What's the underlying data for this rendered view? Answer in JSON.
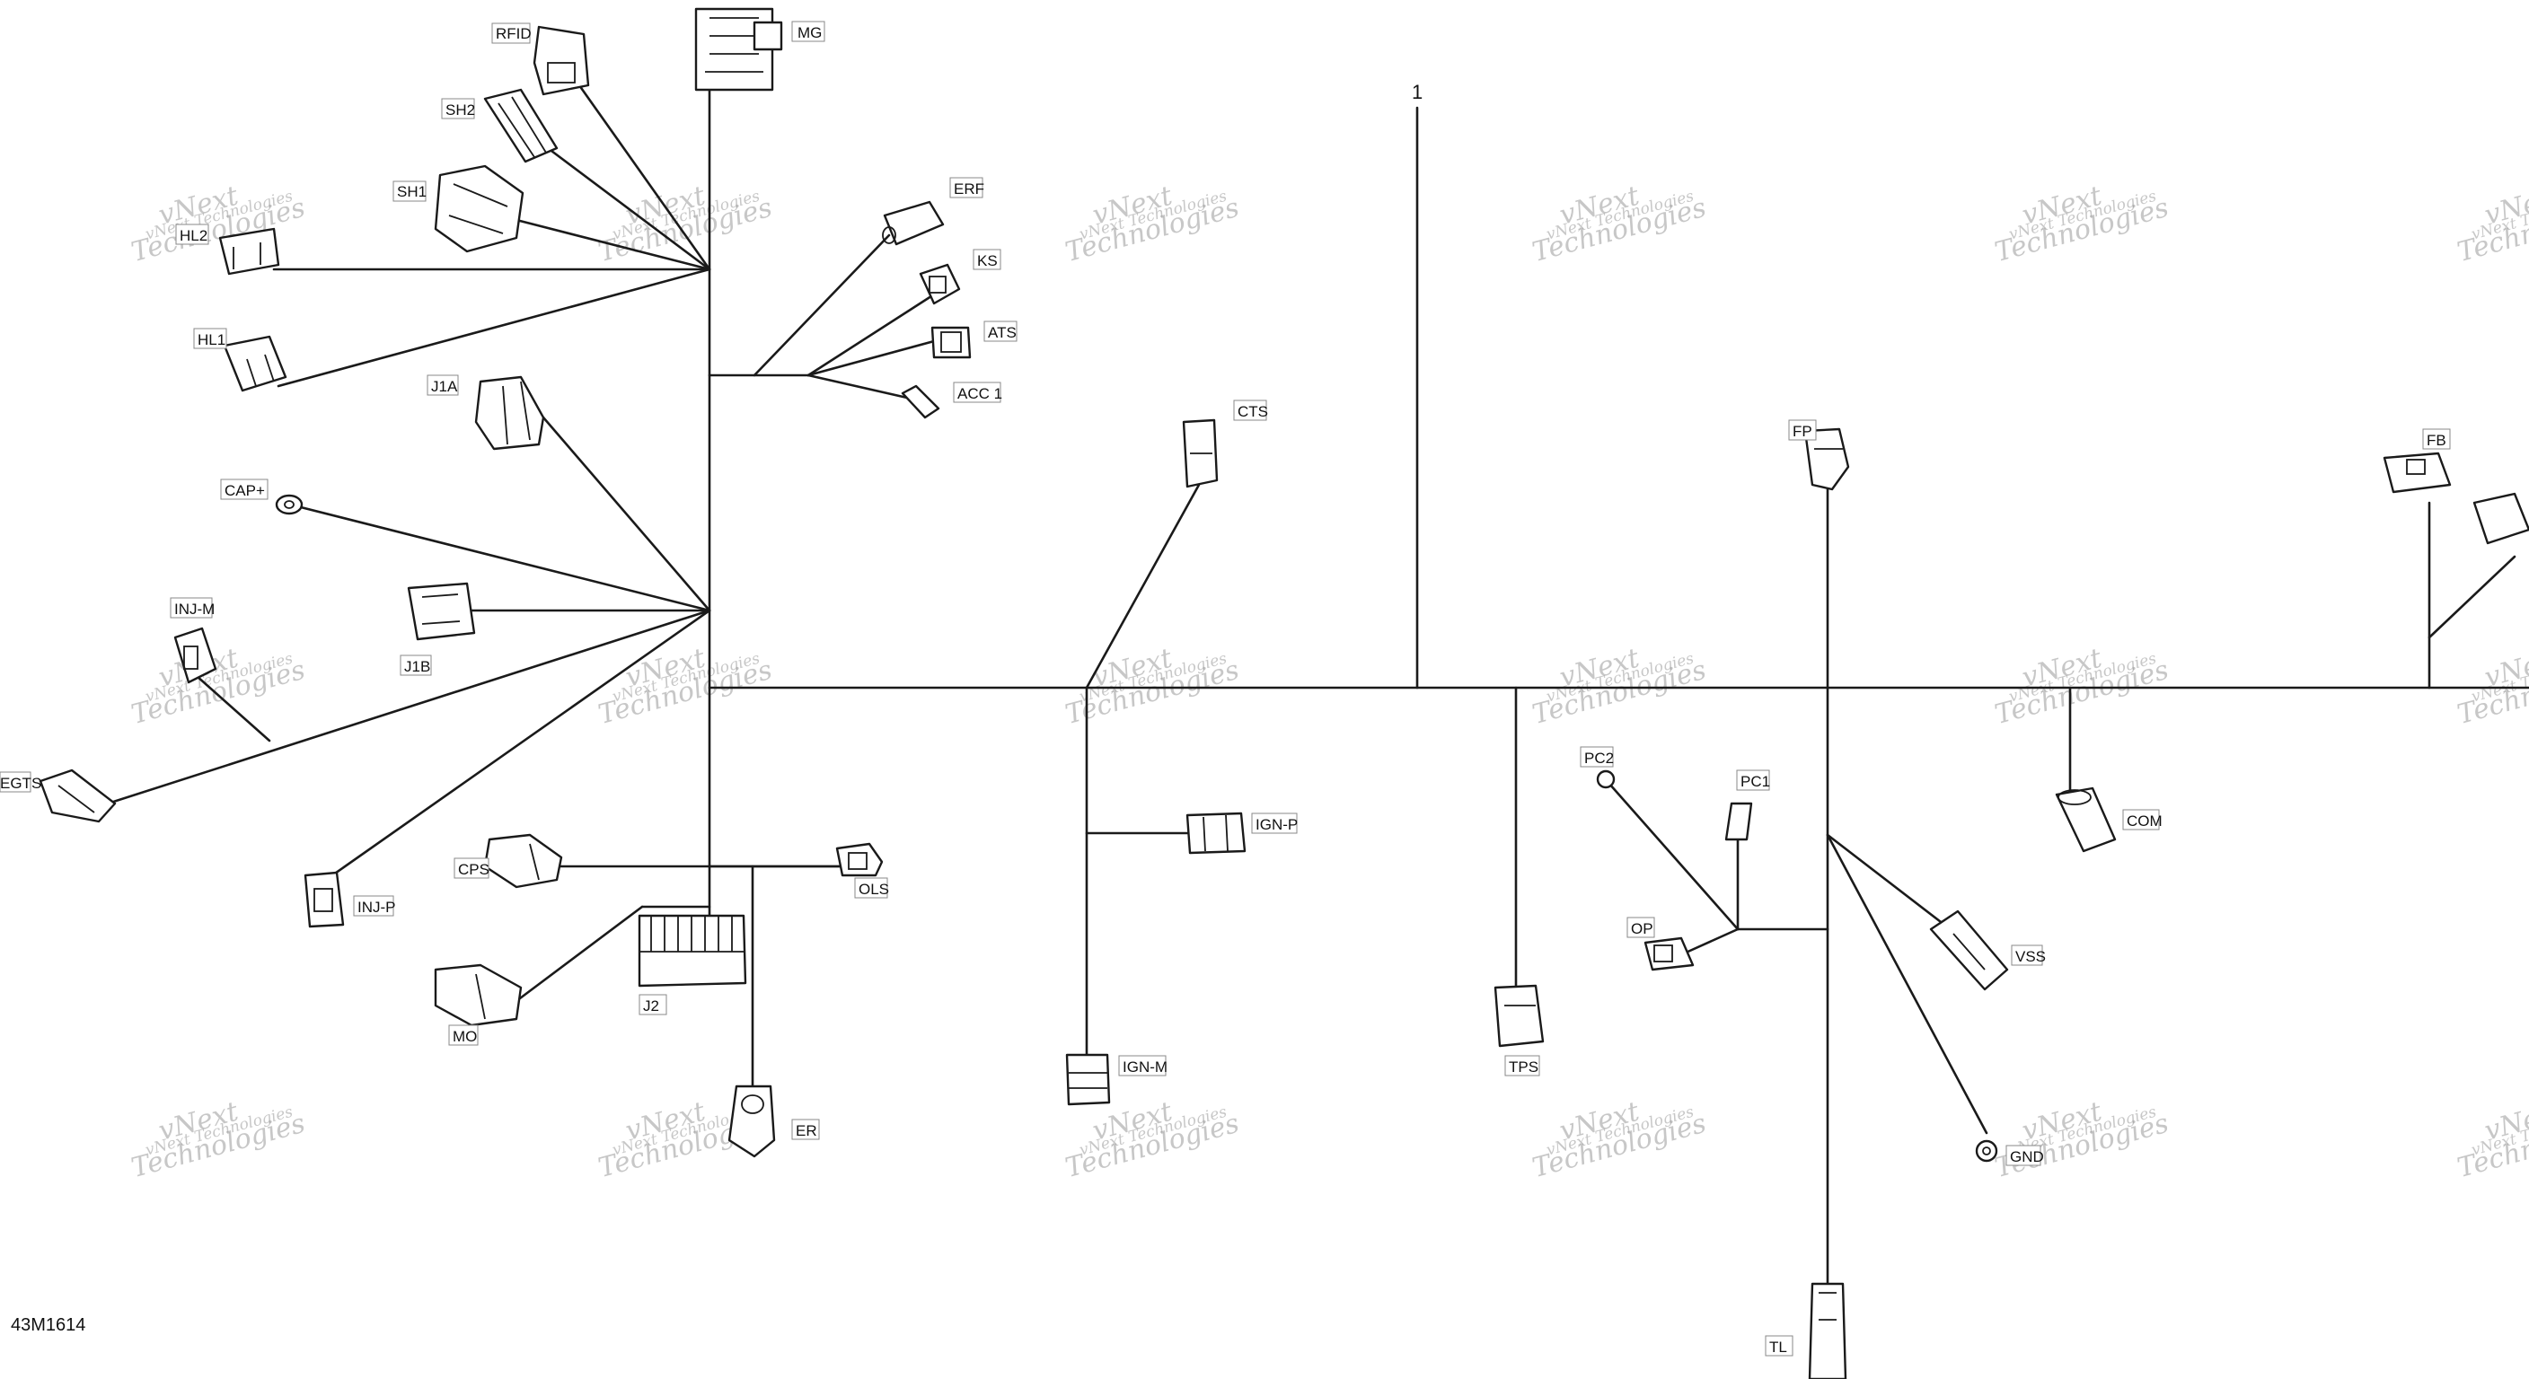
{
  "figure_id": "43M1614",
  "callout": "1",
  "watermark": {
    "line1": "vNext Technologies",
    "line2": "vNext",
    "line3": "Technologies"
  },
  "connectors": {
    "mg": "MG",
    "rfid": "RFID",
    "sh2": "SH2",
    "sh1": "SH1",
    "hl2": "HL2",
    "hl1": "HL1",
    "j1a": "J1A",
    "cap": "CAP+",
    "injm": "INJ-M",
    "j1b": "J1B",
    "egts": "EGTS",
    "injp": "INJ-P",
    "cps": "CPS",
    "mo": "MO",
    "j2": "J2",
    "er": "ER",
    "ols": "OLS",
    "erf": "ERF",
    "ks": "KS",
    "ats": "ATS",
    "acc1": "ACC 1",
    "cts": "CTS",
    "ignp": "IGN-P",
    "ignm": "IGN-M",
    "tps": "TPS",
    "pc2": "PC2",
    "pc1": "PC1",
    "op": "OP",
    "fp": "FP",
    "vss": "VSS",
    "gnd": "GND",
    "tl": "TL",
    "com": "COM",
    "fb": "FB"
  }
}
